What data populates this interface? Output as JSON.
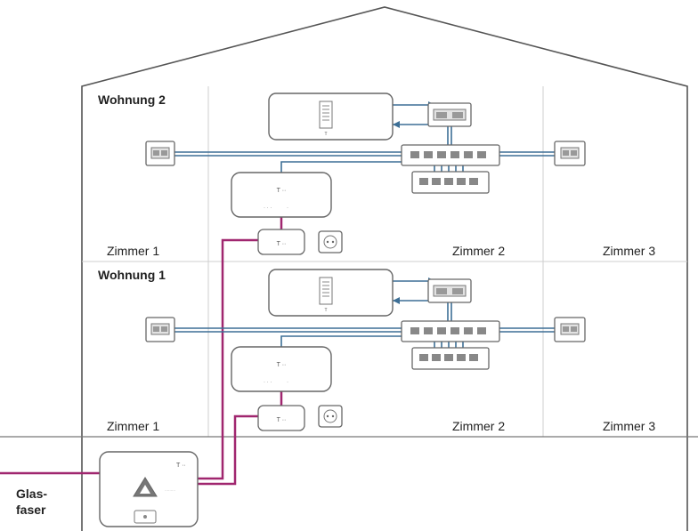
{
  "title": "",
  "colors": {
    "fiber": "#a0266f",
    "ethernet": "#3d6f96",
    "outline": "#555555",
    "walls": "#cccccc",
    "ground": "#777777"
  },
  "apartments": [
    {
      "name": "Wohnung 2",
      "rooms": [
        "Zimmer 1",
        "Zimmer 2",
        "Zimmer 3"
      ]
    },
    {
      "name": "Wohnung 1",
      "rooms": [
        "Zimmer 1",
        "Zimmer 2",
        "Zimmer 3"
      ]
    }
  ],
  "fiber_label": {
    "line1": "Glas-",
    "line2": "faser"
  },
  "devices": {
    "router_icon": "router-icon",
    "switch_icon": "network-switch-icon",
    "patch_panel_icon": "patch-panel-icon",
    "ethernet_socket_icon": "ethernet-socket-icon",
    "fiber_modem_icon": "fiber-modem-icon",
    "fiber_socket_icon": "fiber-socket-icon",
    "power_outlet_icon": "power-outlet-icon",
    "building_termination_icon": "building-termination-icon"
  }
}
